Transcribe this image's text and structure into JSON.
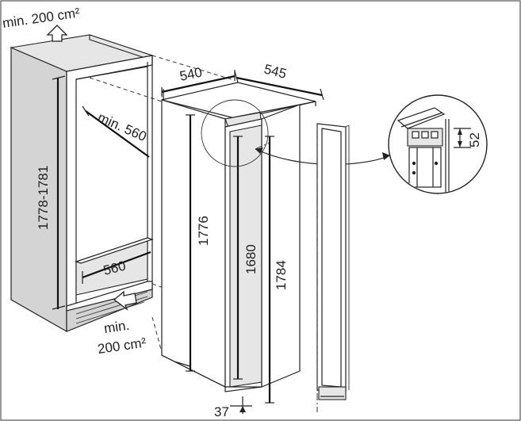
{
  "labels": {
    "vent_top": "min. 200 cm²",
    "vent_bottom_line1": "min.",
    "vent_bottom_line2": "200 cm²",
    "niche_depth": "min. 560",
    "niche_width": "560",
    "niche_height": "1778-1781",
    "appliance_width": "540",
    "appliance_depth": "545",
    "appliance_height_total": "1776",
    "door_height_inner": "1680",
    "door_height_outer": "1784",
    "bottom_offset": "37",
    "detail_gap": "52"
  }
}
